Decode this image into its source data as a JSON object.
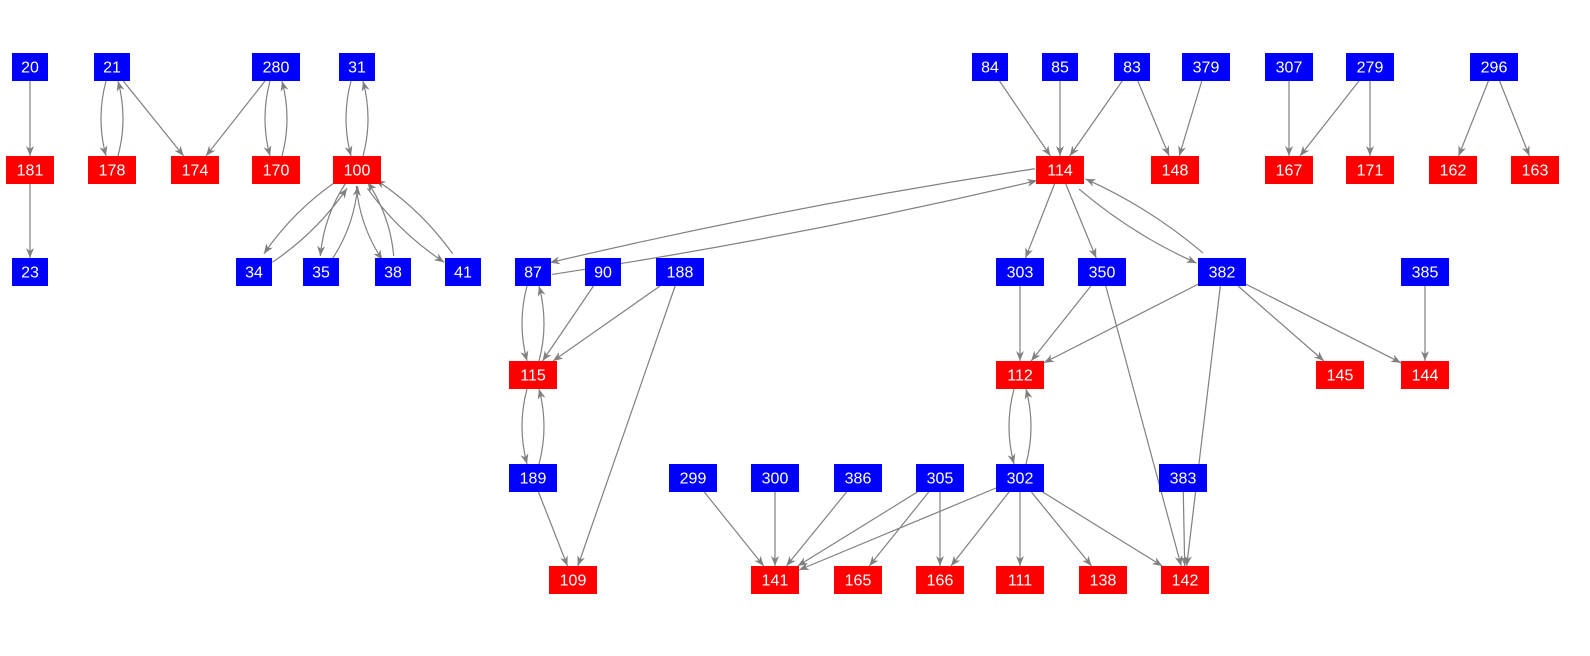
{
  "colors": {
    "source": "#0000ff",
    "target": "#ff0000",
    "edge": "#808080"
  },
  "nodes": [
    {
      "id": "20",
      "type": "source"
    },
    {
      "id": "21",
      "type": "source"
    },
    {
      "id": "280",
      "type": "source"
    },
    {
      "id": "31",
      "type": "source"
    },
    {
      "id": "84",
      "type": "source"
    },
    {
      "id": "85",
      "type": "source"
    },
    {
      "id": "83",
      "type": "source"
    },
    {
      "id": "379",
      "type": "source"
    },
    {
      "id": "307",
      "type": "source"
    },
    {
      "id": "279",
      "type": "source"
    },
    {
      "id": "296",
      "type": "source"
    },
    {
      "id": "181",
      "type": "target"
    },
    {
      "id": "178",
      "type": "target"
    },
    {
      "id": "174",
      "type": "target"
    },
    {
      "id": "170",
      "type": "target"
    },
    {
      "id": "100",
      "type": "target"
    },
    {
      "id": "114",
      "type": "target"
    },
    {
      "id": "148",
      "type": "target"
    },
    {
      "id": "167",
      "type": "target"
    },
    {
      "id": "171",
      "type": "target"
    },
    {
      "id": "162",
      "type": "target"
    },
    {
      "id": "163",
      "type": "target"
    },
    {
      "id": "23",
      "type": "source"
    },
    {
      "id": "34",
      "type": "source"
    },
    {
      "id": "35",
      "type": "source"
    },
    {
      "id": "38",
      "type": "source"
    },
    {
      "id": "41",
      "type": "source"
    },
    {
      "id": "87",
      "type": "source"
    },
    {
      "id": "90",
      "type": "source"
    },
    {
      "id": "188",
      "type": "source"
    },
    {
      "id": "303",
      "type": "source"
    },
    {
      "id": "350",
      "type": "source"
    },
    {
      "id": "382",
      "type": "source"
    },
    {
      "id": "385",
      "type": "source"
    },
    {
      "id": "115",
      "type": "target"
    },
    {
      "id": "112",
      "type": "target"
    },
    {
      "id": "145",
      "type": "target"
    },
    {
      "id": "144",
      "type": "target"
    },
    {
      "id": "189",
      "type": "source"
    },
    {
      "id": "299",
      "type": "source"
    },
    {
      "id": "300",
      "type": "source"
    },
    {
      "id": "386",
      "type": "source"
    },
    {
      "id": "305",
      "type": "source"
    },
    {
      "id": "302",
      "type": "source"
    },
    {
      "id": "383",
      "type": "source"
    },
    {
      "id": "109",
      "type": "target"
    },
    {
      "id": "141",
      "type": "target"
    },
    {
      "id": "165",
      "type": "target"
    },
    {
      "id": "166",
      "type": "target"
    },
    {
      "id": "111",
      "type": "target"
    },
    {
      "id": "138",
      "type": "target"
    },
    {
      "id": "142",
      "type": "target"
    }
  ],
  "edges": [
    [
      "20",
      "181"
    ],
    [
      "181",
      "23"
    ],
    [
      "21",
      "178"
    ],
    [
      "178",
      "21"
    ],
    [
      "21",
      "174"
    ],
    [
      "280",
      "174"
    ],
    [
      "280",
      "170"
    ],
    [
      "170",
      "280"
    ],
    [
      "31",
      "100"
    ],
    [
      "100",
      "31"
    ],
    [
      "100",
      "34"
    ],
    [
      "34",
      "100"
    ],
    [
      "100",
      "35"
    ],
    [
      "35",
      "100"
    ],
    [
      "100",
      "38"
    ],
    [
      "38",
      "100"
    ],
    [
      "100",
      "41"
    ],
    [
      "41",
      "100"
    ],
    [
      "84",
      "114"
    ],
    [
      "85",
      "114"
    ],
    [
      "83",
      "114"
    ],
    [
      "83",
      "148"
    ],
    [
      "379",
      "148"
    ],
    [
      "307",
      "167"
    ],
    [
      "279",
      "167"
    ],
    [
      "279",
      "171"
    ],
    [
      "296",
      "162"
    ],
    [
      "296",
      "163"
    ],
    [
      "114",
      "87"
    ],
    [
      "87",
      "114"
    ],
    [
      "114",
      "303"
    ],
    [
      "114",
      "350"
    ],
    [
      "114",
      "382"
    ],
    [
      "382",
      "114"
    ],
    [
      "87",
      "115"
    ],
    [
      "115",
      "87"
    ],
    [
      "90",
      "115"
    ],
    [
      "188",
      "115"
    ],
    [
      "188",
      "109"
    ],
    [
      "115",
      "189"
    ],
    [
      "189",
      "115"
    ],
    [
      "189",
      "109"
    ],
    [
      "303",
      "112"
    ],
    [
      "350",
      "112"
    ],
    [
      "350",
      "142"
    ],
    [
      "382",
      "112"
    ],
    [
      "382",
      "142"
    ],
    [
      "382",
      "145"
    ],
    [
      "382",
      "144"
    ],
    [
      "385",
      "144"
    ],
    [
      "112",
      "302"
    ],
    [
      "302",
      "112"
    ],
    [
      "299",
      "141"
    ],
    [
      "300",
      "141"
    ],
    [
      "386",
      "141"
    ],
    [
      "305",
      "141"
    ],
    [
      "305",
      "165"
    ],
    [
      "305",
      "166"
    ],
    [
      "302",
      "141"
    ],
    [
      "302",
      "166"
    ],
    [
      "302",
      "111"
    ],
    [
      "302",
      "138"
    ],
    [
      "302",
      "142"
    ],
    [
      "383",
      "142"
    ]
  ]
}
